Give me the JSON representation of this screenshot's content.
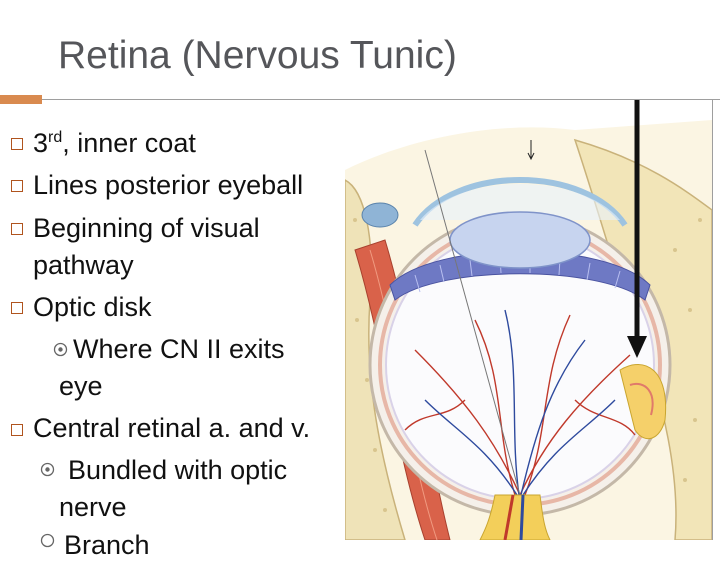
{
  "slide": {
    "title": "Retina (Nervous Tunic)",
    "bullets": {
      "b1_main": "3",
      "b1_sup": "rd",
      "b1_rest": ", inner coat",
      "b2": "Lines posterior eyeball",
      "b3_line1": "Beginning of visual",
      "b3_line2": "pathway",
      "b4": "Optic disk",
      "b4_sub_line1": "Where CN II exits",
      "b4_sub_line2": "eye",
      "b5": "Central retinal a. and v.",
      "b5_sub_line1": "Bundled with optic",
      "b5_sub_line2": "nerve",
      "cut_off_line": "Branch"
    }
  },
  "colors": {
    "title": "#55565a",
    "bullet_square": "#b0541e",
    "accent_bar": "#d98a4f",
    "rule": "#9e9e9e"
  },
  "icons": {
    "level1": "hollow-square-bullet-icon",
    "level2": "circled-dot-bullet-icon"
  }
}
